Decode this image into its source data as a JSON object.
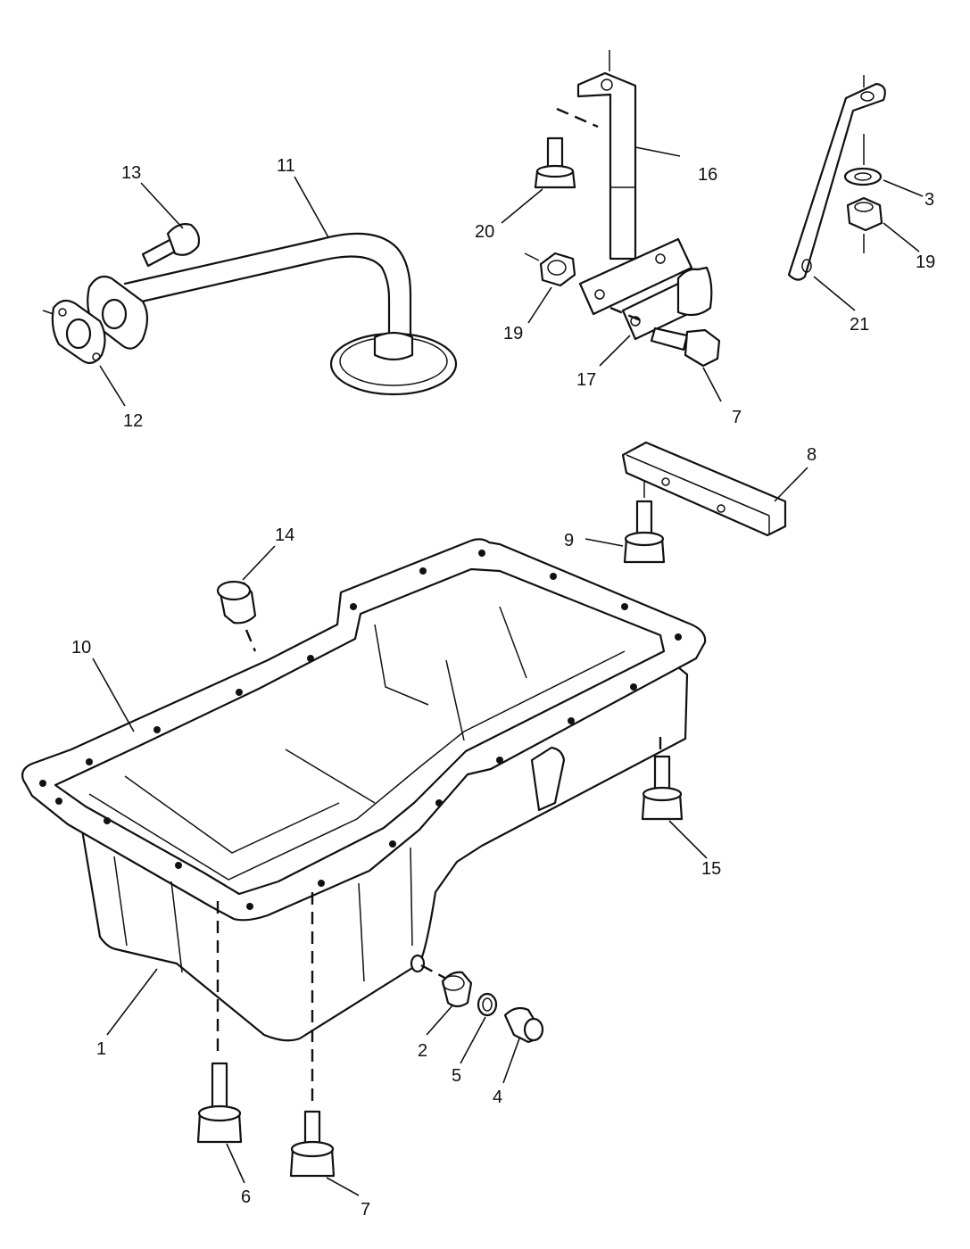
{
  "diagram": {
    "callouts": [
      {
        "id": "c13",
        "label": "13"
      },
      {
        "id": "c11",
        "label": "11"
      },
      {
        "id": "c12",
        "label": "12"
      },
      {
        "id": "c20",
        "label": "20"
      },
      {
        "id": "c16",
        "label": "16"
      },
      {
        "id": "c19a",
        "label": "19"
      },
      {
        "id": "c17",
        "label": "17"
      },
      {
        "id": "c7a",
        "label": "7"
      },
      {
        "id": "c3",
        "label": "3"
      },
      {
        "id": "c19b",
        "label": "19"
      },
      {
        "id": "c21",
        "label": "21"
      },
      {
        "id": "c8",
        "label": "8"
      },
      {
        "id": "c9",
        "label": "9"
      },
      {
        "id": "c14",
        "label": "14"
      },
      {
        "id": "c10",
        "label": "10"
      },
      {
        "id": "c15",
        "label": "15"
      },
      {
        "id": "c1",
        "label": "1"
      },
      {
        "id": "c2",
        "label": "2"
      },
      {
        "id": "c5",
        "label": "5"
      },
      {
        "id": "c4",
        "label": "4"
      },
      {
        "id": "c6",
        "label": "6"
      },
      {
        "id": "c7b",
        "label": "7"
      }
    ]
  }
}
